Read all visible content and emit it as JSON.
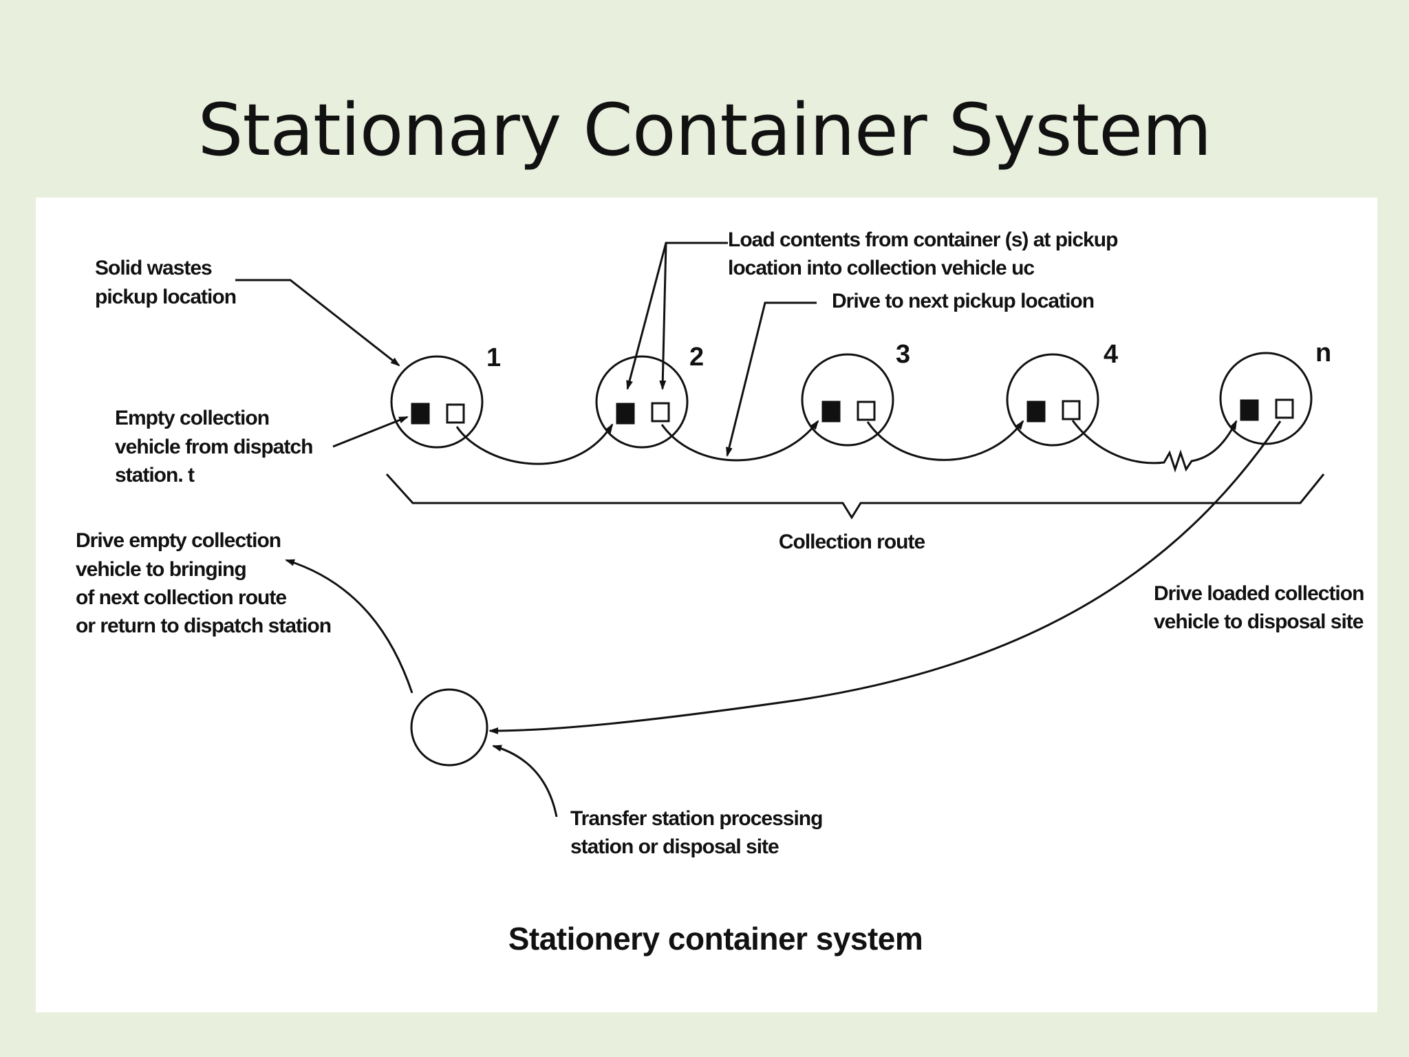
{
  "title": "Stationary Container System",
  "caption": "Stationery container system",
  "labels": {
    "solid_wastes": [
      "Solid wastes",
      "pickup location"
    ],
    "load_contents": [
      "Load contents from container (s) at pickup",
      "location into collection vehicle uc"
    ],
    "drive_next": "Drive to next pickup location",
    "empty_vehicle": [
      "Empty collection",
      "vehicle from dispatch",
      "station. t"
    ],
    "collection_route": "Collection route",
    "drive_empty": [
      "Drive empty collection",
      "vehicle to bringing",
      "of next collection route",
      "or return to dispatch station"
    ],
    "drive_loaded": [
      "Drive loaded collection",
      "vehicle to disposal site"
    ],
    "transfer_station": [
      "Transfer station processing",
      "station or disposal site"
    ]
  },
  "stop_numbers": [
    "1",
    "2",
    "3",
    "4",
    "n"
  ]
}
